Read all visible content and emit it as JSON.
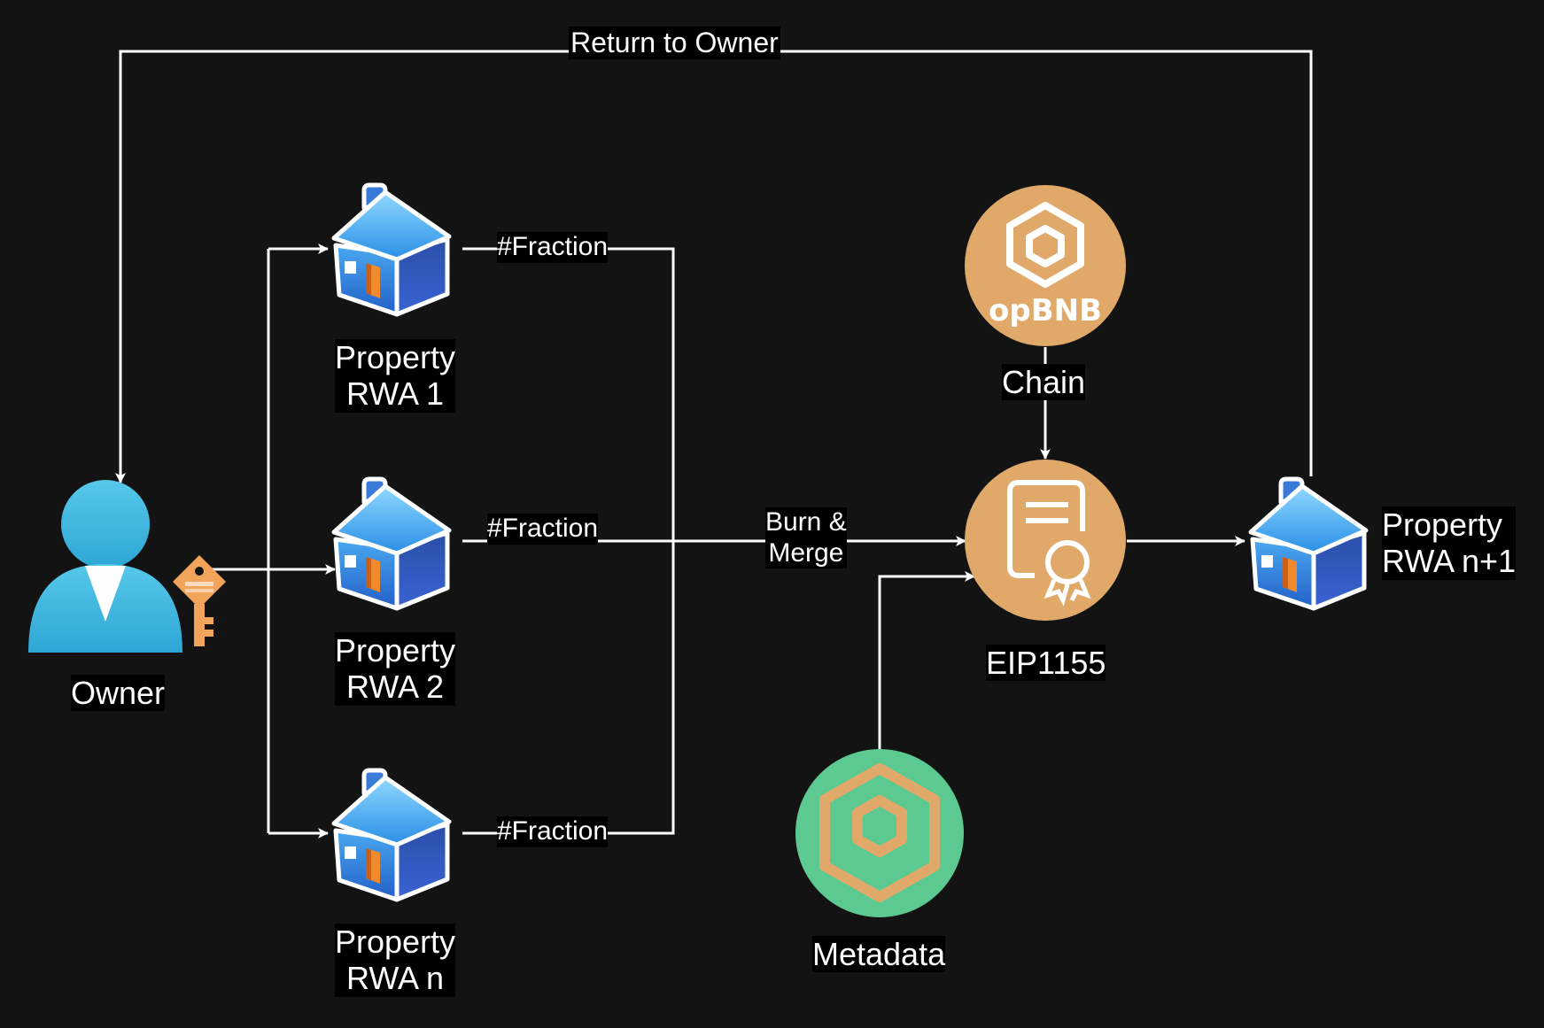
{
  "diagram": {
    "background": "#131313",
    "edge_color": "#ffffff",
    "nodes": {
      "owner": {
        "label": "Owner",
        "icon": "user-key-icon"
      },
      "property_1": {
        "label_line1": "Property",
        "label_line2": "RWA 1",
        "icon": "house-icon"
      },
      "property_2": {
        "label_line1": "Property",
        "label_line2": "RWA 2",
        "icon": "house-icon"
      },
      "property_n": {
        "label_line1": "Property",
        "label_line2": "RWA n",
        "icon": "house-icon"
      },
      "property_n1": {
        "label_line1": "Property",
        "label_line2": "RWA n+1",
        "icon": "house-icon"
      },
      "opbnb": {
        "logo_text": "opBNB",
        "icon": "opbnb-logo-icon",
        "color": "#E0A96A"
      },
      "eip1155": {
        "label": "EIP1155",
        "icon": "certificate-icon",
        "color": "#E0A96A"
      },
      "metadata": {
        "label": "Metadata",
        "icon": "bnb-cube-icon",
        "color": "#5CC990"
      }
    },
    "edges": {
      "return_to_owner": "Return to Owner",
      "fraction_1": "#Fraction",
      "fraction_2": "#Fraction",
      "fraction_n": "#Fraction",
      "burn_merge_line1": "Burn &",
      "burn_merge_line2": "Merge",
      "chain": "Chain"
    }
  }
}
